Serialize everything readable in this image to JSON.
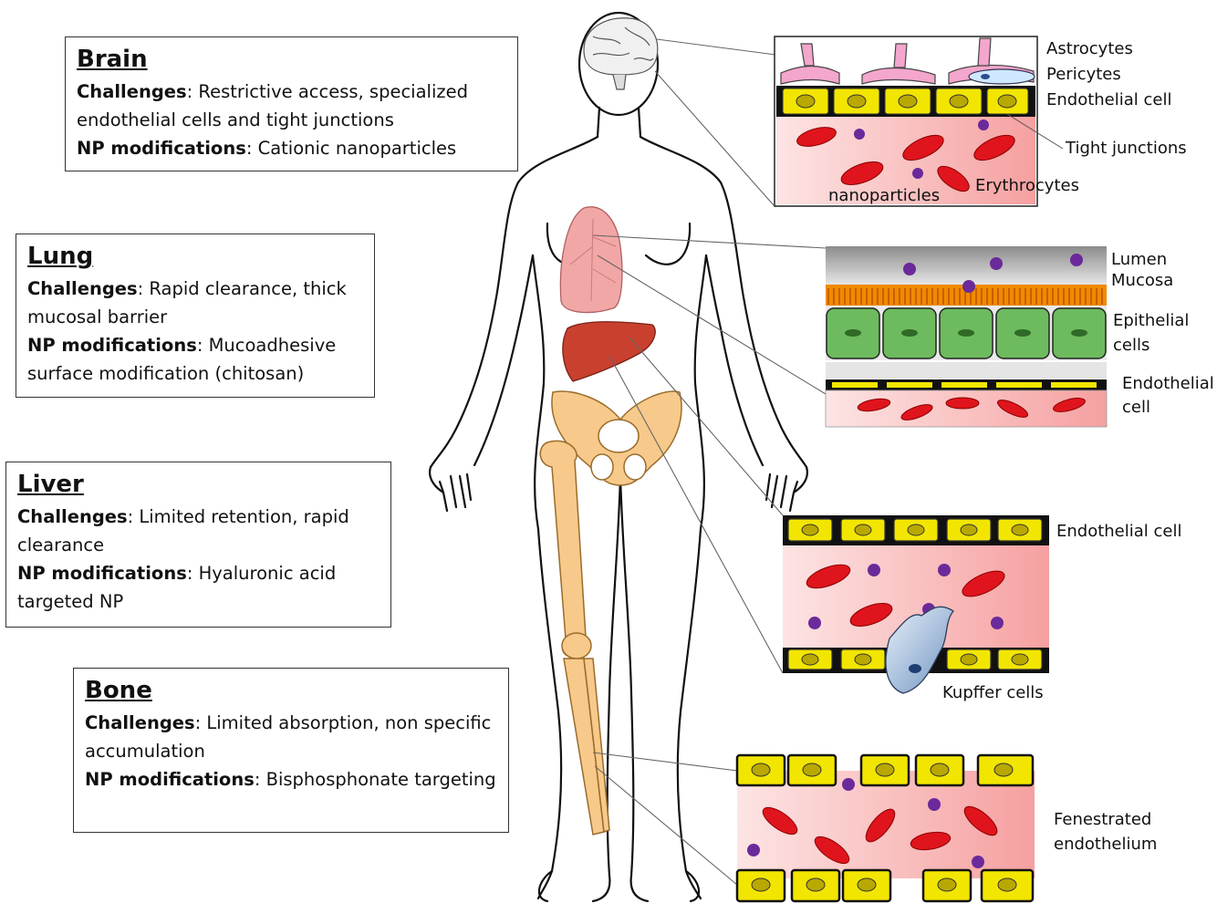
{
  "organs": {
    "brain": {
      "title": "Brain",
      "challenges_label": "Challenges",
      "challenges_text": ": Restrictive access, specialized endothelial cells and tight junctions",
      "np_label": "NP modifications",
      "np_text": ": Cationic nanoparticles"
    },
    "lung": {
      "title": "Lung",
      "challenges_label": "Challenges",
      "challenges_text": ": Rapid clearance, thick mucosal barrier",
      "np_label": "NP modifications",
      "np_text": ": Mucoadhesive surface modification (chitosan)"
    },
    "liver": {
      "title": "Liver",
      "challenges_label": "Challenges",
      "challenges_text": ": Limited retention, rapid clearance",
      "np_label": "NP modifications",
      "np_text": ": Hyaluronic acid targeted NP"
    },
    "bone": {
      "title": "Bone",
      "challenges_label": "Challenges",
      "challenges_text": ": Limited absorption, non specific  accumulation",
      "np_label": "NP modifications",
      "np_text": ": Bisphosphonate targeting"
    }
  },
  "labels": {
    "astrocytes": "Astrocytes",
    "pericytes": "Pericytes",
    "endothelial_cell_brain": "Endothelial cell",
    "tight_junctions": "Tight junctions",
    "erythrocytes": "Erythrocytes",
    "nanoparticles": "nanoparticles",
    "lumen": "Lumen",
    "mucosa": "Mucosa",
    "epithelial": "Epithelial",
    "cells": "cells",
    "endothelial_lung": "Endothelial",
    "cell_lung": "cell",
    "endothelial_cell_liver": "Endothelial cell",
    "kupffer": "Kupffer cells",
    "fenestrated": "Fenestrated",
    "endothelium": "endothelium"
  },
  "colors": {
    "endothelial_yellow": "#f2e600",
    "erythrocyte_red": "#e0141c",
    "nanoparticle_purple": "#6a2a9a",
    "vessel_pink": "#f9c8c8",
    "epithelial_green": "#6dbb5e",
    "mucosa_orange": "#f08a00",
    "lung_pink": "#f2a7a7",
    "liver_red": "#c9402e",
    "bone_tan": "#f7c98a",
    "astrocyte_pink": "#f4a6cc"
  }
}
